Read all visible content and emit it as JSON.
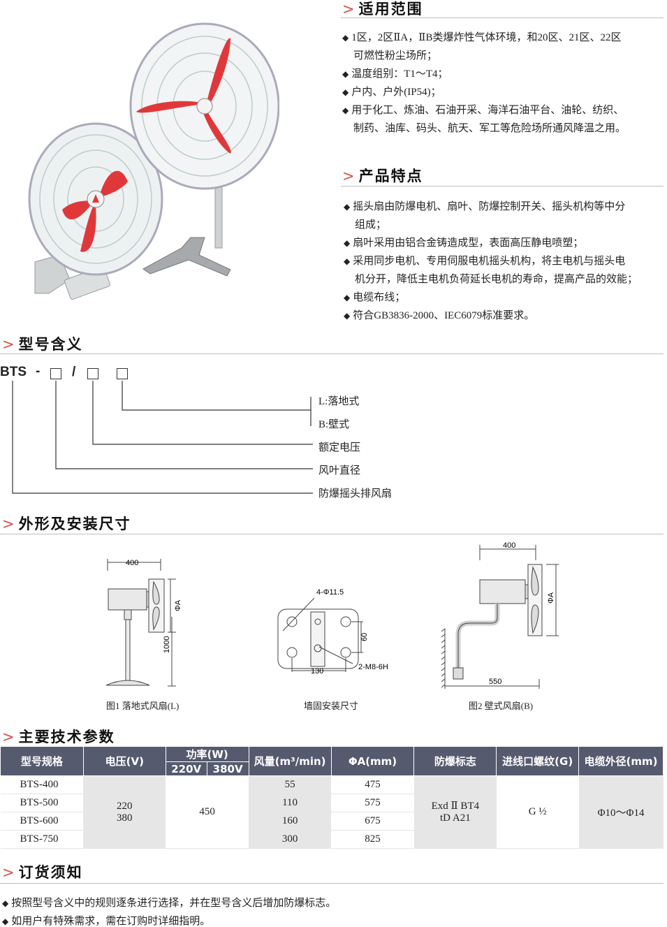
{
  "scope": {
    "title": "适用范围",
    "items": [
      "1区，2区ⅡA，ⅡB类爆炸性气体环境，和20区、21区、22区",
      "可燃性粉尘场所；",
      "温度组别：T1～T4；",
      "户内、户外(IP54)；",
      "用于化工、炼油、石油开采、海洋石油平台、油轮、纺织、",
      "制药、油库、码头、航天、军工等危险场所通风降温之用。"
    ]
  },
  "features": {
    "title": "产品特点",
    "items": [
      "摇头扇由防爆电机、扇叶、防爆控制开关、摇头机构等中分",
      "组成；",
      "扇叶采用由铝合金铸造成型，表面高压静电喷塑；",
      "采用同步电机、专用伺服电机摇头机构，将主电机与摇头电",
      "机分开，降低主电机负荷延长电机的寿命，提高产品的效能；",
      "电缆布线；",
      "符合GB3836-2000、IEC6079标准要求。"
    ]
  },
  "model_meaning": {
    "title": "型号含义",
    "code": "BTS",
    "dash": "-",
    "slash": "/",
    "labels": [
      "L:落地式",
      "B:壁式",
      "额定电压",
      "风叶直径",
      "防爆摇头排风扇"
    ]
  },
  "dimensions": {
    "title": "外形及安装尺寸",
    "fig1": {
      "caption": "图1 落地式风扇(L)",
      "width": "400",
      "height": "1000",
      "phi": "ΦA"
    },
    "mount": {
      "caption": "墙固安装尺寸",
      "holes": "4-Φ11.5",
      "h": "60",
      "w": "130",
      "bolt": "2-M8-6H"
    },
    "fig2": {
      "caption": "图2 壁式风扇(B)",
      "width": "400",
      "depth": "550",
      "phi": "ΦA"
    }
  },
  "specs": {
    "title": "主要技术参数",
    "headers": {
      "model": "型号规格",
      "voltage": "电压(V)",
      "power": "功率(W)",
      "p220": "220V",
      "p380": "380V",
      "airflow": "风量(m³/min)",
      "phi": "ΦA(mm)",
      "exmark": "防爆标志",
      "thread": "进线口螺纹(G)",
      "cable": "电缆外径(mm)"
    },
    "rows": [
      {
        "model": "BTS-400",
        "airflow": "55",
        "phi": "475"
      },
      {
        "model": "BTS-500",
        "airflow": "110",
        "phi": "575"
      },
      {
        "model": "BTS-600",
        "airflow": "160",
        "phi": "675"
      },
      {
        "model": "BTS-750",
        "airflow": "300",
        "phi": "825"
      }
    ],
    "voltage_1": "220",
    "voltage_2": "380",
    "power": "450",
    "exmark_1": "Exd Ⅱ BT4",
    "exmark_2": "tD A21",
    "thread": "G ½",
    "cable": "Φ10～Φ14"
  },
  "ordering": {
    "title": "订货须知",
    "items": [
      "按照型号含义中的规则逐条进行选择，并在型号含义后增加防爆标志。",
      "如用户有特殊需求，需在订购时详细指明。"
    ]
  },
  "colors": {
    "accent": "#d9534f",
    "header_bg": "#555a6e",
    "shade": "#e6e6e6",
    "blade": "#e0383a"
  }
}
